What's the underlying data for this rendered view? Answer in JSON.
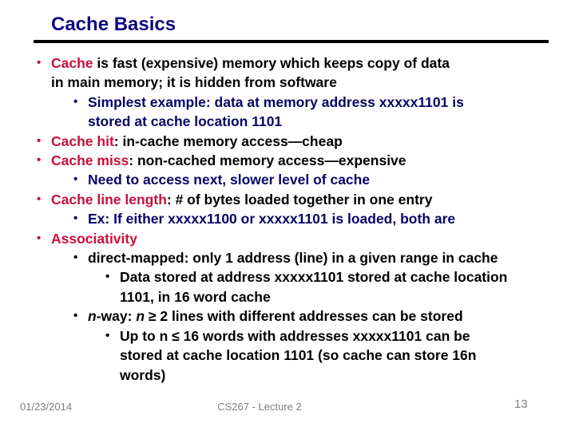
{
  "slide": {
    "title": "Cache Basics",
    "colors": {
      "title_navy": "#0B0B80",
      "accent_red": "#C81039",
      "body_black": "#000000",
      "sub_navy": "#050566",
      "footer_gray": "#7F7F7F",
      "rule_black": "#000000"
    },
    "bullets": [
      {
        "level": 1,
        "segments": [
          {
            "text": "Cache",
            "color": "red"
          },
          {
            "text": " is fast (expensive) memory which keeps copy of data\nin main memory; it is hidden from software",
            "color": "black"
          }
        ]
      },
      {
        "level": 2,
        "segments": [
          {
            "text": "Simplest example: data at memory address xxxxx1101 is\nstored at cache location 1101",
            "color": "navy"
          }
        ]
      },
      {
        "level": 1,
        "segments": [
          {
            "text": "Cache hit",
            "color": "red"
          },
          {
            "text": ": in-cache memory access—cheap",
            "color": "black"
          }
        ]
      },
      {
        "level": 1,
        "segments": [
          {
            "text": "Cache miss",
            "color": "red"
          },
          {
            "text": ": non-cached memory access—expensive",
            "color": "black"
          }
        ]
      },
      {
        "level": 2,
        "segments": [
          {
            "text": "Need to access next, slower level of cache",
            "color": "navy"
          }
        ]
      },
      {
        "level": 1,
        "segments": [
          {
            "text": "Cache line length",
            "color": "red"
          },
          {
            "text": ": # of bytes loaded together in one entry",
            "color": "black"
          }
        ]
      },
      {
        "level": 2,
        "segments": [
          {
            "text": "Ex: If either xxxxx1100 or xxxxx1101 is loaded, both are",
            "color": "navy"
          }
        ]
      },
      {
        "level": 1,
        "segments": [
          {
            "text": "Associativity",
            "color": "red"
          }
        ]
      },
      {
        "level": 2,
        "segments": [
          {
            "text": "direct-mapped: only 1 address (line) in a given range in cache",
            "color": "black"
          }
        ]
      },
      {
        "level": 3,
        "segments": [
          {
            "text": "Data stored at address xxxxx1101 stored at cache location\n1101, in 16 word cache",
            "color": "black"
          }
        ]
      },
      {
        "level": 2,
        "segments": [
          {
            "text": "n",
            "color": "black",
            "italic": true
          },
          {
            "text": "-way: ",
            "color": "black"
          },
          {
            "text": "n",
            "color": "black",
            "italic": true
          },
          {
            "text": " ≥ 2 lines with different addresses can be stored",
            "color": "black"
          }
        ]
      },
      {
        "level": 3,
        "segments": [
          {
            "text": "Up to n ≤ 16 words with addresses xxxxx1101 can be\nstored at cache location 1101 (so cache can store 16n\nwords)",
            "color": "black"
          }
        ]
      }
    ],
    "footer": {
      "date": "01/23/2014",
      "course": "CS267 - Lecture 2",
      "page": "13"
    }
  }
}
